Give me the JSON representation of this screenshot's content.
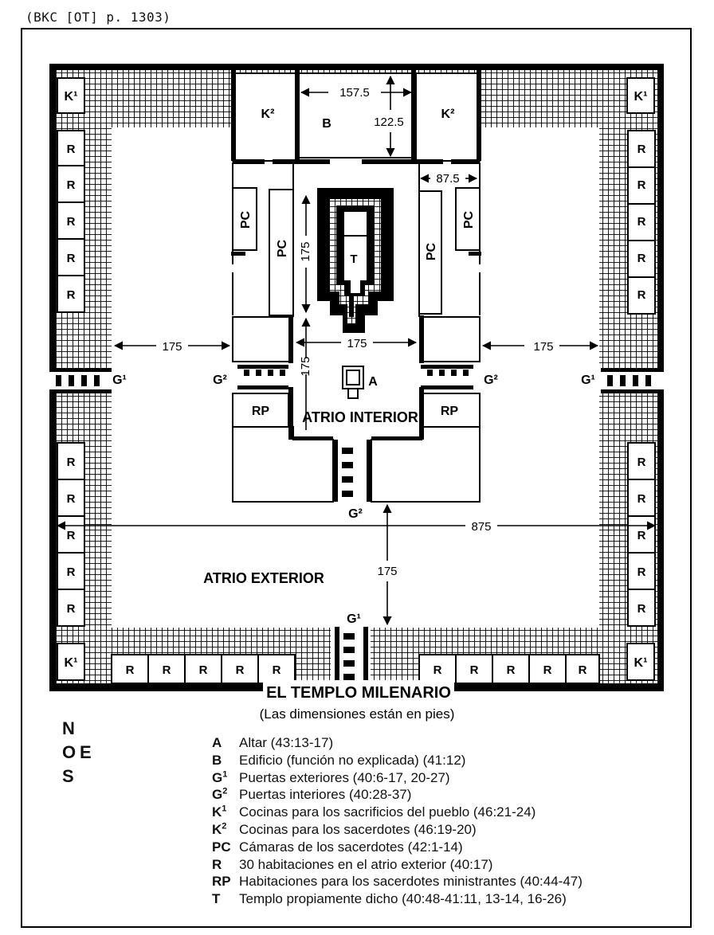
{
  "reference": "(BKC [OT] p. 1303)",
  "title": "EL TEMPLO MILENARIO",
  "subtitle": "(Las dimensiones están en pies)",
  "compass": {
    "north": "N",
    "west": "O",
    "east": "E",
    "south": "S"
  },
  "labels": {
    "k1": "K¹",
    "k2": "K²",
    "b": "B",
    "pc": "PC",
    "t": "T",
    "rp": "RP",
    "r": "R",
    "a": "A",
    "g1": "G¹",
    "g2": "G²",
    "inner_court": "ATRIO INTERIOR",
    "outer_court": "ATRIO EXTERIOR"
  },
  "dimensions": {
    "building_width": "157.5",
    "building_depth": "122.5",
    "pc_width": "87.5",
    "temple": "175",
    "outer_gap_left": "175",
    "inner_width": "175",
    "outer_gap_right": "175",
    "inner_depth": "175",
    "total": "875",
    "gate_gap": "175"
  },
  "legend": [
    {
      "code": "A",
      "sup": "",
      "desc": "Altar (43:13-17)"
    },
    {
      "code": "B",
      "sup": "",
      "desc": "Edificio (función no explicada) (41:12)"
    },
    {
      "code": "G",
      "sup": "1",
      "desc": "Puertas exteriores (40:6-17, 20-27)"
    },
    {
      "code": "G",
      "sup": "2",
      "desc": "Puertas interiores (40:28-37)"
    },
    {
      "code": "K",
      "sup": "1",
      "desc": "Cocinas para los sacrificios del pueblo (46:21-24)"
    },
    {
      "code": "K",
      "sup": "2",
      "desc": "Cocinas para los sacerdotes (46:19-20)"
    },
    {
      "code": "PC",
      "sup": "",
      "desc": "Cámaras de los sacerdotes (42:1-14)"
    },
    {
      "code": "R",
      "sup": "",
      "desc": "30 habitaciones en el atrio exterior (40:17)"
    },
    {
      "code": "RP",
      "sup": "",
      "desc": "Habitaciones para los sacerdotes ministrantes (40:44-47)"
    },
    {
      "code": "T",
      "sup": "",
      "desc": "Templo propiamente dicho (40:48-41:11, 13-14, 16-26)"
    }
  ]
}
